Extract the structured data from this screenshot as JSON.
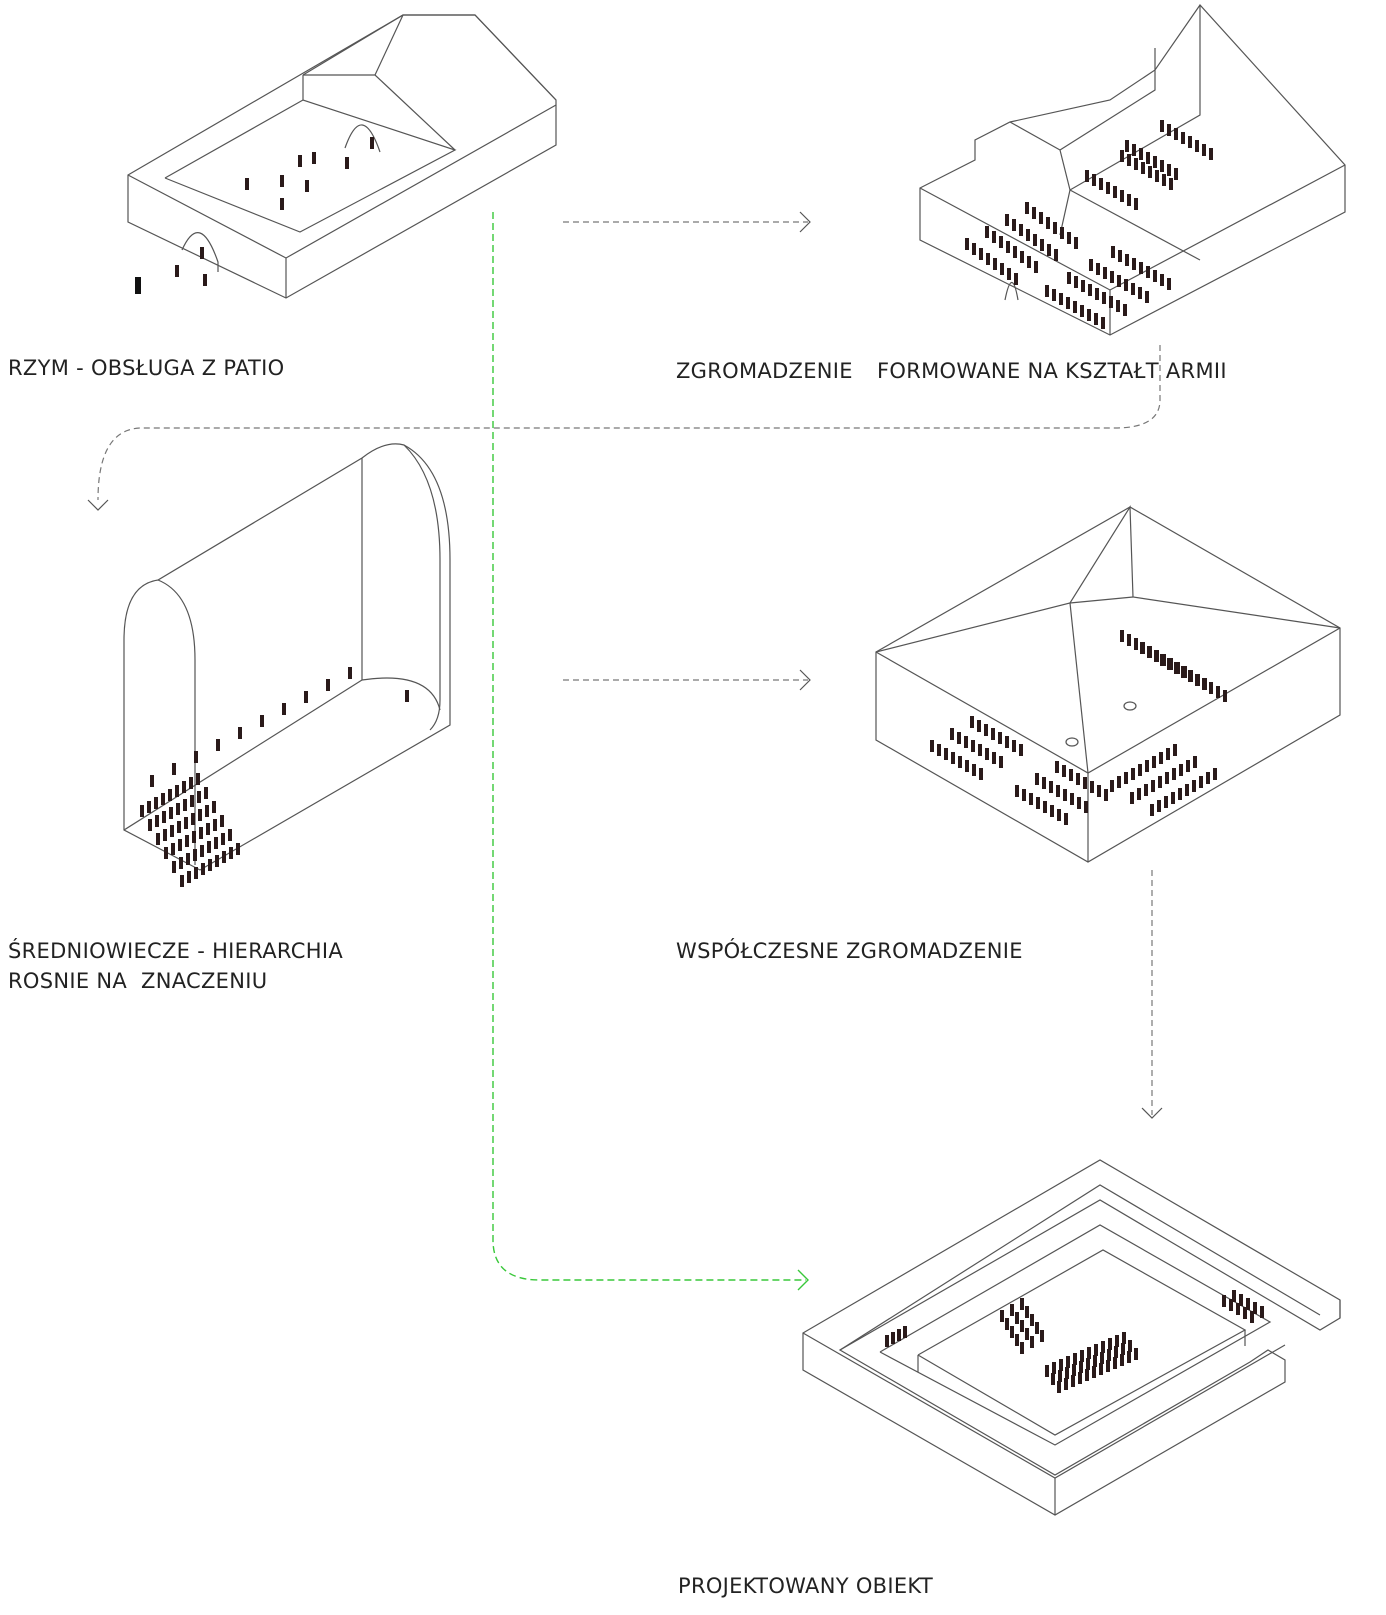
{
  "labels": {
    "rome": "RZYM - OBSŁUGA Z PATIO",
    "army_1": "ZGROMADZENIE",
    "army_2": "FORMOWANE NA KSZTAŁT ARMII",
    "medieval_1": "ŚREDNIOWIECZE - HIERARCHIA",
    "medieval_2": "ROSNIE NA  ZNACZENIU",
    "modern": "WSPÓŁCZESNE ZGROMADZENIE",
    "project": "PROJEKTOWANY OBIEKT"
  },
  "colors": {
    "line": "#555555",
    "arrow": "#777777",
    "highlight_arrow": "#39c83a",
    "figure": "#2a1a1a"
  }
}
